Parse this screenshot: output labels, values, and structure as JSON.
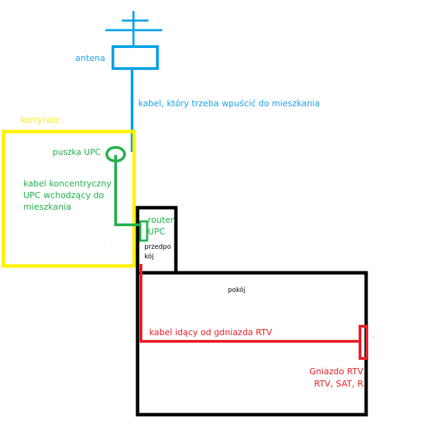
{
  "colors": {
    "antenna_blue": "#00a2e8",
    "corridor_yellow": "#fff200",
    "upc_green": "#22b14c",
    "rtv_red": "#ed1c24",
    "walls_black": "#000000"
  },
  "labels": {
    "antenna": "antena",
    "antenna_cable": "kabel, który trzeba wpuścić do mieszkania",
    "corridor": "kortyrarz",
    "upc_box": "puszka UPC",
    "coax_cable": "kabel koncentryczny\nUPC wchodzący do\nmieszkania",
    "router": "router\nUPC",
    "hallway": "przedpo\nkój",
    "room": "pokój",
    "rtv_cable": "kabel idący od gdniazda RTV",
    "rtv_socket": "Gniazdo RTV\nRTV, SAT, R"
  }
}
